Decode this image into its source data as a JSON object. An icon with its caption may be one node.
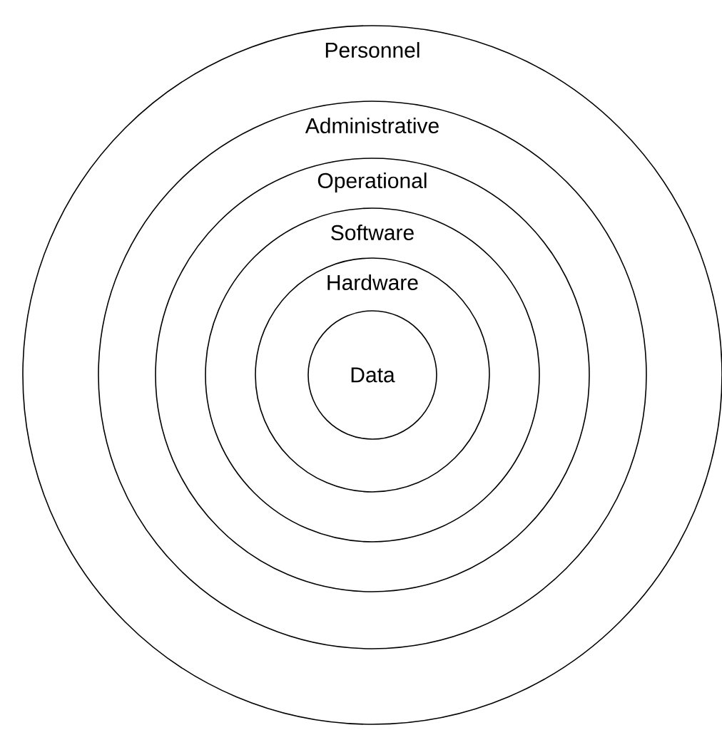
{
  "diagram": {
    "nodes": [
      {
        "text": [
          "Personnel"
        ]
      },
      {
        "text": [
          "Administrative"
        ],
        "in": 0
      },
      {
        "text": [
          "Operational"
        ],
        "in": 1
      },
      {
        "text": [
          "Software"
        ],
        "in": 2
      },
      {
        "text": [
          "Hardware"
        ],
        "in": 3
      },
      {
        "text": [
          "Data"
        ],
        "in": 4
      }
    ]
  }
}
